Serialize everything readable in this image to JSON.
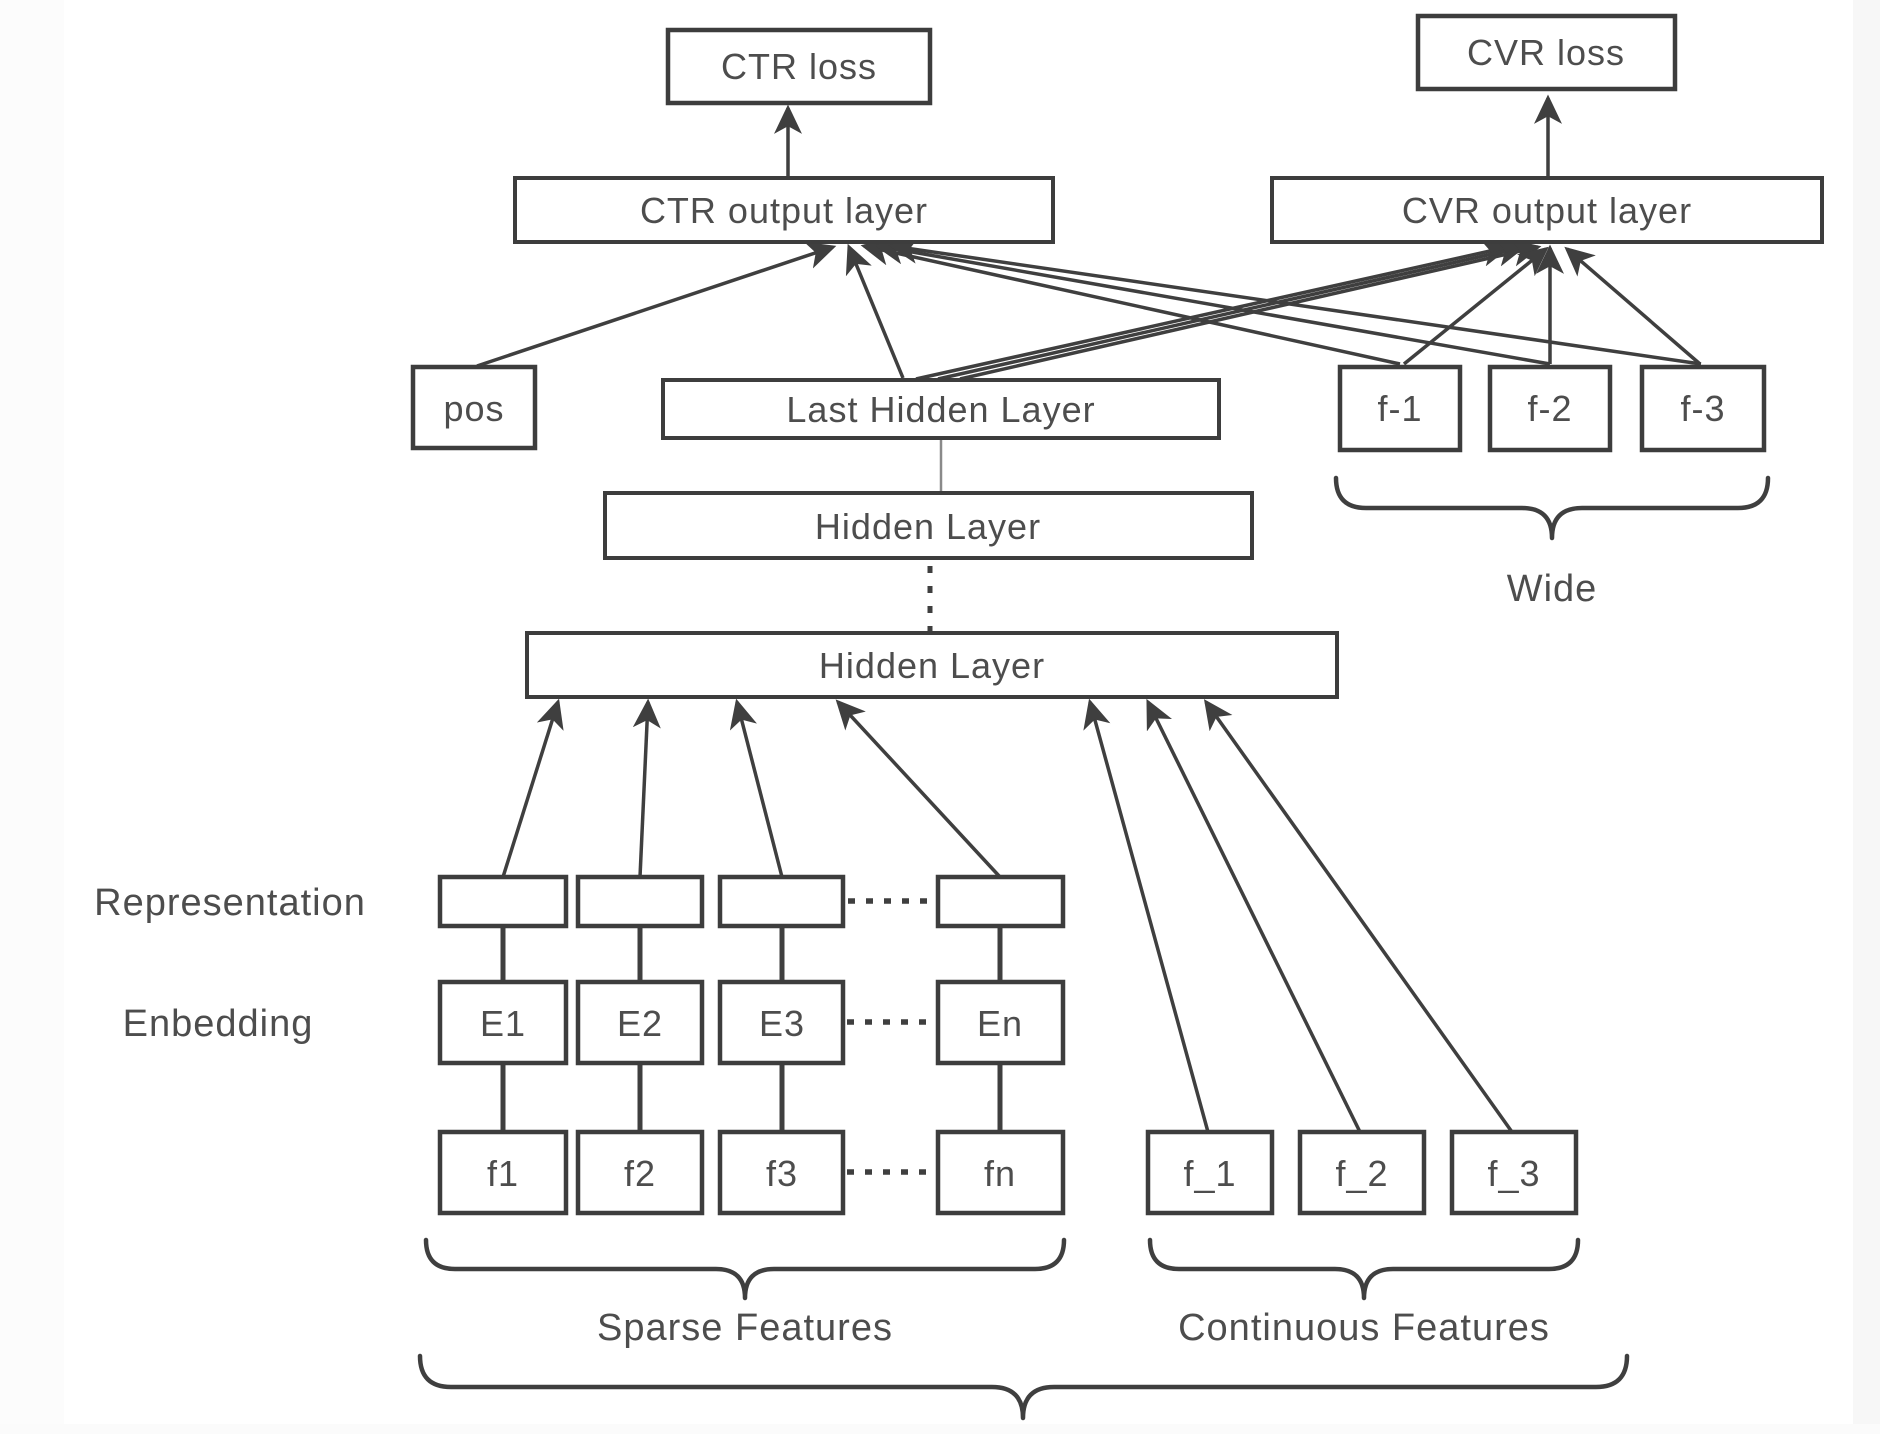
{
  "nodes": {
    "ctr_loss": "CTR loss",
    "cvr_loss": "CVR loss",
    "ctr_output": "CTR output layer",
    "cvr_output": "CVR output layer",
    "pos": "pos",
    "last_hidden": "Last Hidden Layer",
    "wide_f1": "f-1",
    "wide_f2": "f-2",
    "wide_f3": "f-3",
    "hidden_upper": "Hidden Layer",
    "hidden_lower": "Hidden Layer",
    "e1": "E1",
    "e2": "E2",
    "e3": "E3",
    "en": "En",
    "f1": "f1",
    "f2": "f2",
    "f3": "f3",
    "fn": "fn",
    "cf1": "f_1",
    "cf2": "f_2",
    "cf3": "f_3"
  },
  "labels": {
    "representation": "Representation",
    "embedding": "Enbedding",
    "wide": "Wide",
    "sparse": "Sparse Features",
    "continuous": "Continuous Features"
  },
  "colors": {
    "background": "#ffffff",
    "box_stroke": "#3d3d3d",
    "line": "#3f3f3f",
    "text": "#4d4d4d",
    "left_band": "#fcfcfc",
    "right_band": "#f7f7f7"
  }
}
